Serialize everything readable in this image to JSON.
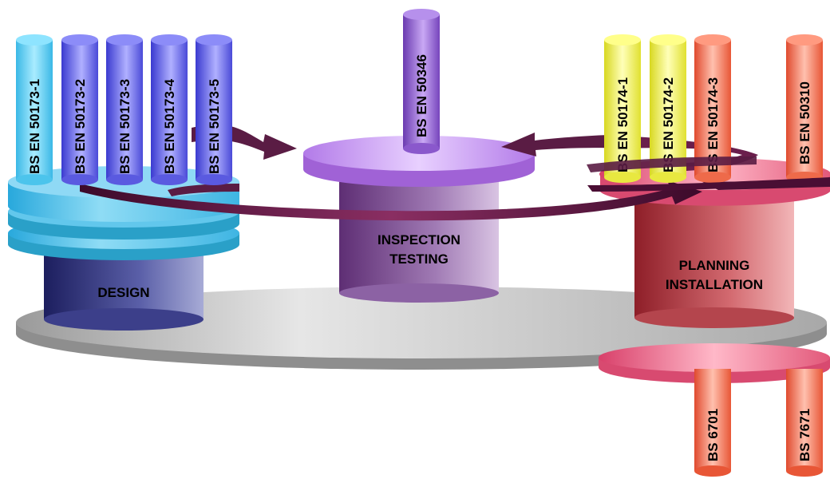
{
  "areas": {
    "design": "DESIGN",
    "inspection_line1": "INSPECTION",
    "inspection_line2": "TESTING",
    "planning_line1": "PLANNING",
    "planning_line2": "INSTALLATION"
  },
  "standards": {
    "s50173_1": "BS EN 50173-1",
    "s50173_2": "BS EN 50173-2",
    "s50173_3": "BS EN 50173-3",
    "s50173_4": "BS EN 50173-4",
    "s50173_5": "BS EN 50173-5",
    "s50346": "BS EN 50346",
    "s50174_1": "BS EN 50174-1",
    "s50174_2": "BS EN 50174-2",
    "s50174_3": "BS EN 50174-3",
    "s50310": "BS EN 50310",
    "s6701": "BS 6701",
    "s7671": "BS 7671"
  },
  "colors": {
    "cyan": "#5fd4f4",
    "blue": "#6c6cf0",
    "violet": "#9a6ae0",
    "yellow": "#ffff66",
    "salmon": "#ff7a5c",
    "design": "#2a2d78",
    "inspection": "#7a4a8e",
    "planning": "#b8363f",
    "arrow": "#5a0f3a",
    "base": "#c0c0c0"
  }
}
